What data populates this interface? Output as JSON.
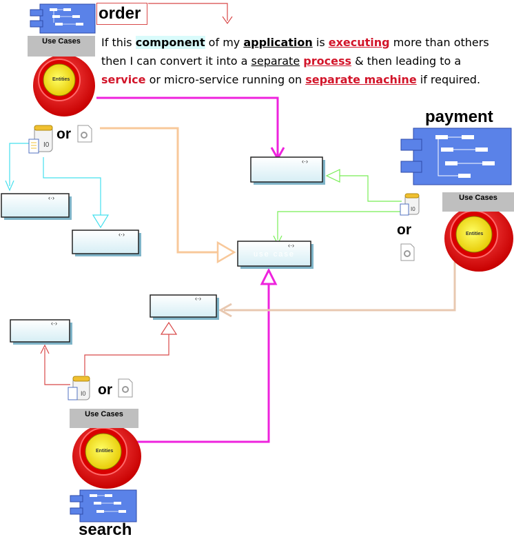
{
  "modules": {
    "order": {
      "title": "order",
      "use_cases_label": "Use Cases",
      "entities_label": "Entities"
    },
    "payment": {
      "title": "payment",
      "use_cases_label": "Use Cases",
      "entities_label": "Entities"
    },
    "search": {
      "title": "search",
      "use_cases_label": "Use Cases",
      "entities_label": "Entities"
    }
  },
  "or_label": "or",
  "description": {
    "line1": {
      "p1": "If this ",
      "component": "component",
      "p2": " of my ",
      "application": "application",
      "p3": " is ",
      "executing": "executing",
      "p4": " more than others"
    },
    "line2": {
      "p1": "then I can convert it into a ",
      "separate": "separate",
      "process": "process",
      "p2": " & then leading to a"
    },
    "line3": {
      "service": "service",
      "p1": " or micro-service running on ",
      "separate_machine": "separate machine",
      "p2": " if required."
    }
  },
  "box_center_text": "use case",
  "colors": {
    "magenta": "#ee22dd",
    "cyan": "#44e0ee",
    "peach": "#f8c89a",
    "green": "#77ee55",
    "red_line": "#d84848",
    "tan": "#e8c8b0",
    "accent_red": "#d2152a",
    "component_blue": "#5a82e8"
  }
}
